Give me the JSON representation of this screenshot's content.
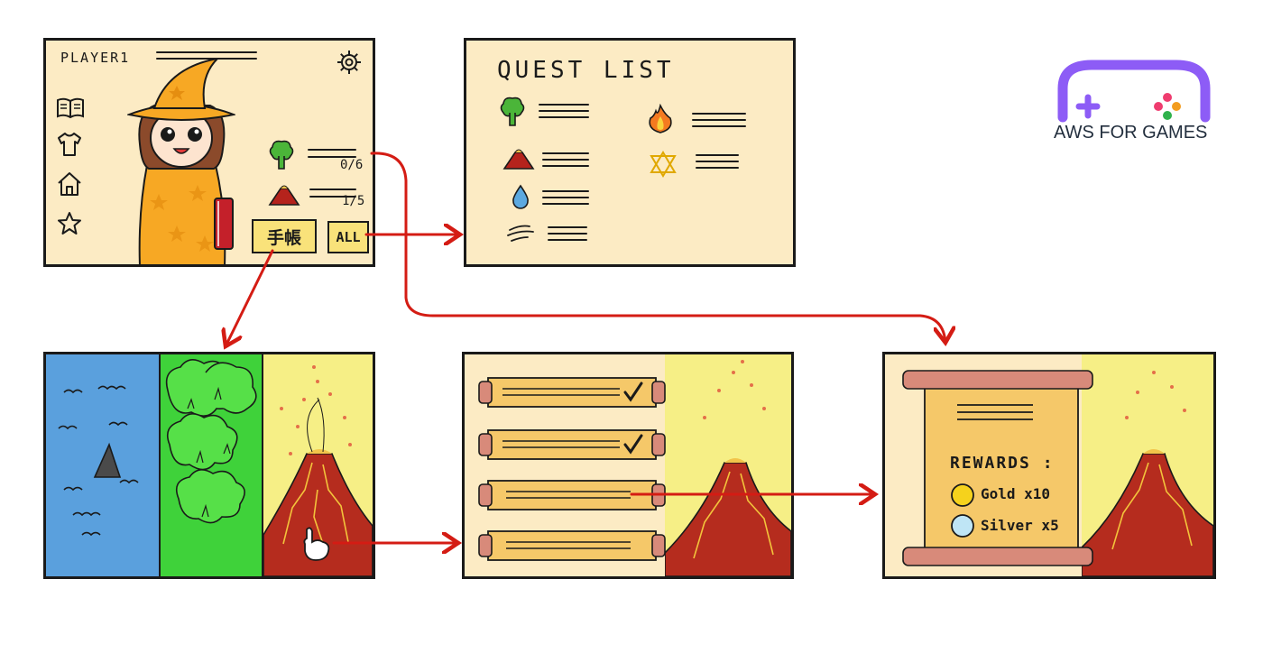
{
  "colors": {
    "panel_bg": "#fcebc4",
    "arrow": "#d41c14",
    "brand_purple": "#8d5cf6",
    "button_bg": "#f9e27a",
    "scroll": "#f5c869"
  },
  "profile": {
    "player_label": "PLAYER1",
    "tree_progress": "0/6",
    "volcano_progress": "1/5",
    "notebook_button": "手帳",
    "all_button": "ALL",
    "sidebar_icons": [
      "book-icon",
      "shirt-icon",
      "home-icon",
      "star-icon"
    ]
  },
  "quest_list": {
    "title": "QUEST LIST",
    "icons": [
      "tree-icon",
      "volcano-icon",
      "water-drop-icon",
      "wind-icon",
      "fire-icon",
      "hexagram-icon"
    ]
  },
  "rewards": {
    "title": "REWARDS :",
    "gold": "Gold x10",
    "silver": "Silver x5"
  },
  "brand": {
    "name": "AWS FOR GAMES"
  }
}
